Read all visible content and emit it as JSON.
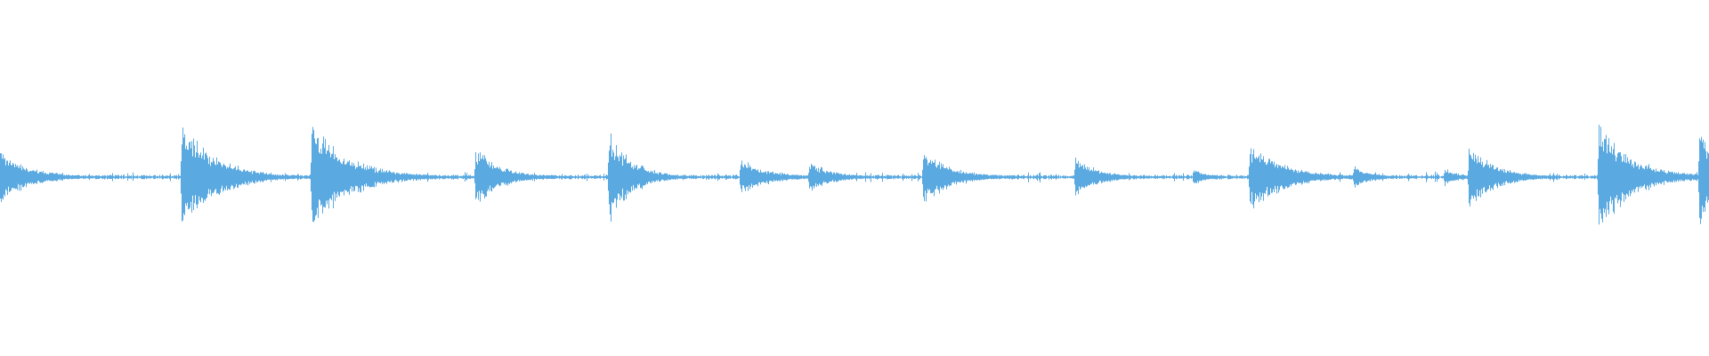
{
  "waveform": {
    "color": "#5aa9e0",
    "background": "#ffffff",
    "baseline_amplitude": 0.012,
    "onsets": [
      {
        "time": 0.0,
        "peak": 0.16,
        "decay": 0.018
      },
      {
        "time": 0.106,
        "peak": 0.34,
        "decay": 0.02
      },
      {
        "time": 0.182,
        "peak": 0.34,
        "decay": 0.022
      },
      {
        "time": 0.278,
        "peak": 0.18,
        "decay": 0.016
      },
      {
        "time": 0.356,
        "peak": 0.28,
        "decay": 0.014
      },
      {
        "time": 0.433,
        "peak": 0.12,
        "decay": 0.016
      },
      {
        "time": 0.473,
        "peak": 0.1,
        "decay": 0.014
      },
      {
        "time": 0.54,
        "peak": 0.18,
        "decay": 0.016
      },
      {
        "time": 0.629,
        "peak": 0.12,
        "decay": 0.014
      },
      {
        "time": 0.698,
        "peak": 0.06,
        "decay": 0.008
      },
      {
        "time": 0.731,
        "peak": 0.22,
        "decay": 0.02
      },
      {
        "time": 0.792,
        "peak": 0.08,
        "decay": 0.01
      },
      {
        "time": 0.845,
        "peak": 0.06,
        "decay": 0.008
      },
      {
        "time": 0.859,
        "peak": 0.2,
        "decay": 0.016
      },
      {
        "time": 0.935,
        "peak": 0.34,
        "decay": 0.02
      },
      {
        "time": 0.994,
        "peak": 0.34,
        "decay": 0.01
      }
    ]
  }
}
